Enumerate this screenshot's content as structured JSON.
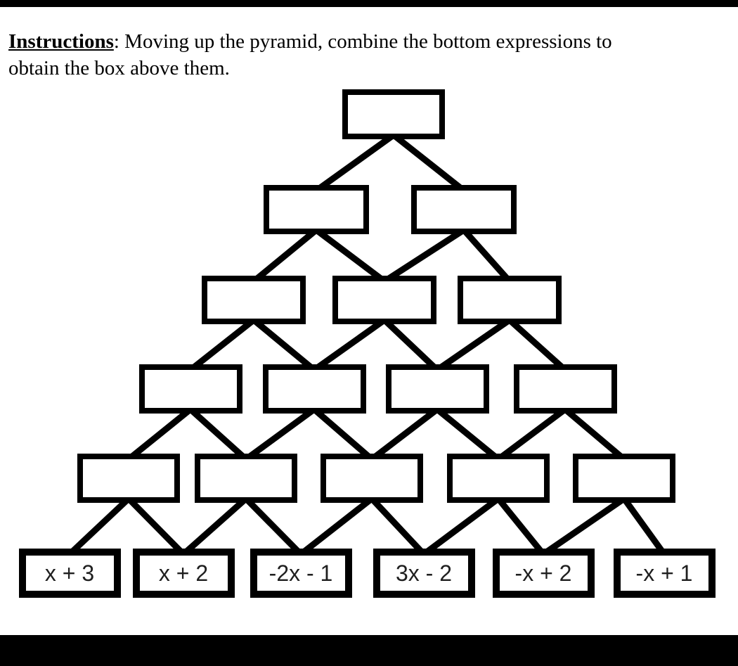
{
  "colors": {
    "ink": "#000000",
    "paper": "#ffffff",
    "expression_ink": "#1f1f1f"
  },
  "instructions": {
    "label": "Instructions",
    "line1_rest": ": Moving up the pyramid, combine the bottom expressions to",
    "line2": "obtain the box above them."
  },
  "pyramid": {
    "rows": [
      [
        ""
      ],
      [
        "",
        ""
      ],
      [
        "",
        "",
        ""
      ],
      [
        "",
        "",
        "",
        ""
      ],
      [
        "",
        "",
        "",
        "",
        ""
      ],
      [
        "x + 3",
        "x + 2",
        "-2x - 1",
        "3x - 2",
        "-x + 2",
        "-x + 1"
      ]
    ]
  }
}
